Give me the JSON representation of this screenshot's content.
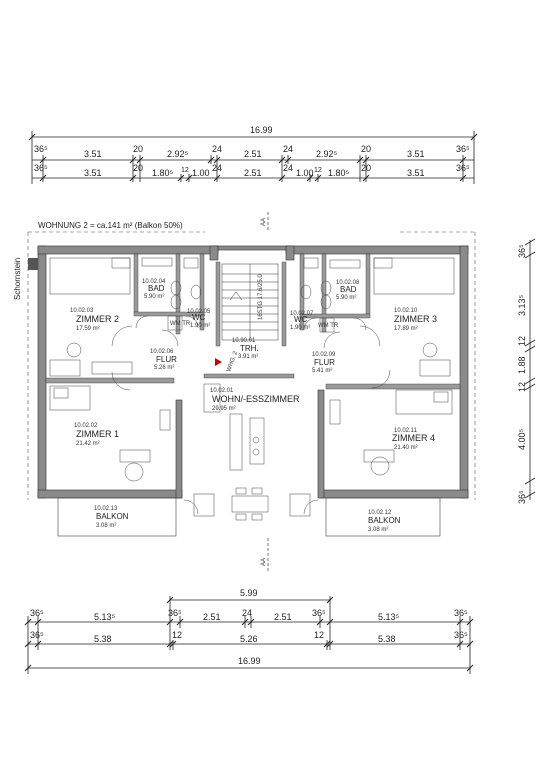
{
  "top_dims": {
    "total": "16.99",
    "row1": [
      "36⁵",
      "3.51",
      "20",
      "2.92⁵",
      "24",
      "2.51",
      "24",
      "2.92⁵",
      "20",
      "3.51",
      "36⁵"
    ],
    "row2": [
      "36⁵",
      "3.51",
      "20",
      "1.80⁵",
      "12",
      "1.00",
      "24",
      "2.51",
      "24",
      "1.00",
      "12",
      "1.80⁵",
      "20",
      "3.51",
      "36⁵"
    ]
  },
  "bottom_dims": {
    "total_mid": "5.99",
    "row1": [
      "36⁵",
      "5.13⁵",
      "36⁵",
      "2.51",
      "24",
      "2.51",
      "36⁵",
      "5.13⁵",
      "36⁵"
    ],
    "row2": [
      "36⁵",
      "5.38",
      "12",
      "5.26",
      "12",
      "5.38",
      "36⁵"
    ],
    "total": "16.99"
  },
  "right_dims": [
    "36⁵",
    "3.13⁵",
    "12",
    "1.88",
    "12",
    "4.00⁵",
    "36⁵"
  ],
  "header": "WOHNUNG 2 = ca.141 m² (Balkon 50%)",
  "schornstein": "Schornstein",
  "section_marks": [
    "AA",
    "AA"
  ],
  "rooms": {
    "zimmer2": {
      "code": "10.02.03",
      "name": "ZIMMER 2",
      "area": "17.59 m²"
    },
    "bad_left": {
      "code": "10.02.04",
      "name": "BAD",
      "area": "5.90 m²"
    },
    "wc_left": {
      "code": "10.02.05",
      "name": "WC",
      "area": "1.90 m²"
    },
    "flur_left": {
      "code": "10.02.06",
      "name": "FLUR",
      "area": "5.26 m²"
    },
    "zimmer1": {
      "code": "10.02.02",
      "name": "ZIMMER 1",
      "area": "21.42 m²"
    },
    "balkon_left": {
      "code": "10.02.13",
      "name": "BALKON",
      "area": "3.08 m²"
    },
    "trh": {
      "code": "10.90.01",
      "name": "TRH.",
      "area": "3.91 m²"
    },
    "wohnen": {
      "code": "10.02.01",
      "name": "WOHN/-ESSZIMMER",
      "area": "29.95 m²"
    },
    "bad_right": {
      "code": "10.02.08",
      "name": "BAD",
      "area": "5.90 m²"
    },
    "wc_right": {
      "code": "10.02.07",
      "name": "WC",
      "area": "1.90 m²"
    },
    "zimmer3": {
      "code": "10.02.10",
      "name": "ZIMMER 3",
      "area": "17.89 m²"
    },
    "flur_right": {
      "code": "10.02.09",
      "name": "FLUR",
      "area": "5.41 m²"
    },
    "zimmer4": {
      "code": "10.02.11",
      "name": "ZIMMER 4",
      "area": "21.40 m²"
    },
    "balkon_right": {
      "code": "10.02.12",
      "name": "BALKON",
      "area": "3.08 m²"
    }
  },
  "stair_label": "16STG 17.6/25.0",
  "whg_label": "WHG. 2",
  "wm_tr": "WM TR"
}
